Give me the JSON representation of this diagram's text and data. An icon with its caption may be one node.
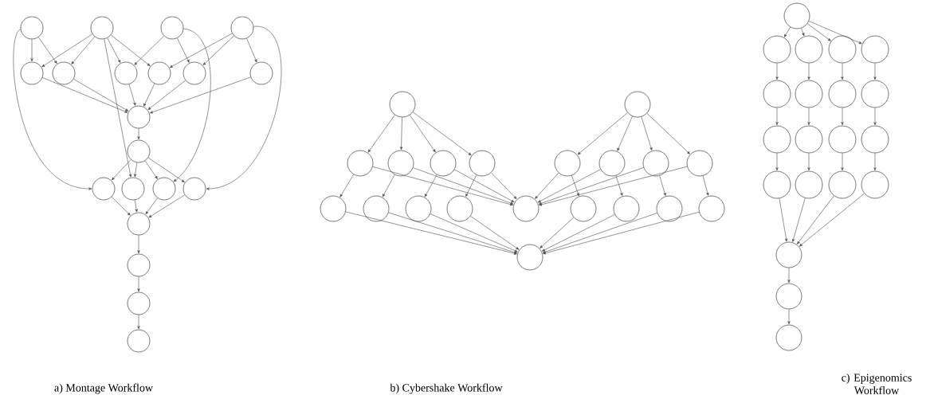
{
  "diagram": {
    "nodes": [
      {
        "text": [],
        "shape": "circle"
      },
      {
        "text": [],
        "shape": "circle"
      },
      {
        "text": [],
        "shape": "circle"
      },
      {
        "text": [],
        "shape": "circle"
      },
      {
        "text": [],
        "shape": "circle"
      },
      {
        "text": [],
        "shape": "circle"
      },
      {
        "text": [],
        "shape": "circle"
      },
      {
        "text": [],
        "shape": "circle"
      },
      {
        "text": [],
        "shape": "circle"
      },
      {
        "text": [],
        "shape": "circle"
      },
      {
        "text": [],
        "shape": "circle"
      },
      {
        "text": [],
        "shape": "circle"
      },
      {
        "text": [],
        "shape": "circle"
      },
      {
        "text": [],
        "shape": "circle"
      },
      {
        "text": [],
        "shape": "circle"
      },
      {
        "text": [],
        "shape": "circle"
      },
      {
        "text": [],
        "shape": "circle"
      },
      {
        "text": [],
        "shape": "circle"
      },
      {
        "text": [],
        "shape": "circle"
      },
      {
        "text": [],
        "shape": "circle"
      },
      {
        "text": [],
        "shape": "circle"
      },
      {
        "text": [],
        "shape": "circle"
      },
      {
        "text": [],
        "shape": "circle"
      },
      {
        "text": [],
        "shape": "circle"
      },
      {
        "text": [],
        "shape": "circle"
      },
      {
        "text": [],
        "shape": "circle"
      },
      {
        "text": [],
        "shape": "circle"
      },
      {
        "text": [],
        "shape": "circle"
      },
      {
        "text": [],
        "shape": "circle"
      },
      {
        "text": [],
        "shape": "circle"
      },
      {
        "text": [],
        "shape": "circle"
      },
      {
        "text": [],
        "shape": "circle"
      },
      {
        "text": [],
        "shape": "circle"
      },
      {
        "text": [],
        "shape": "circle"
      },
      {
        "text": [],
        "shape": "circle"
      },
      {
        "text": [],
        "shape": "circle"
      },
      {
        "text": [],
        "shape": "circle"
      },
      {
        "text": [],
        "shape": "circle"
      },
      {
        "text": [],
        "shape": "circle"
      },
      {
        "text": [],
        "shape": "circle"
      },
      {
        "text": [],
        "shape": "circle"
      },
      {
        "text": [],
        "shape": "circle"
      },
      {
        "text": [],
        "shape": "circle"
      },
      {
        "text": [],
        "shape": "circle"
      },
      {
        "text": [],
        "shape": "circle"
      },
      {
        "text": [],
        "shape": "circle"
      },
      {
        "text": [],
        "shape": "circle"
      },
      {
        "text": [],
        "shape": "circle"
      },
      {
        "text": [],
        "shape": "circle"
      },
      {
        "text": [],
        "shape": "circle"
      },
      {
        "text": [],
        "shape": "circle"
      },
      {
        "text": [],
        "shape": "circle"
      },
      {
        "text": [],
        "shape": "circle"
      },
      {
        "text": [],
        "shape": "circle"
      },
      {
        "text": [],
        "shape": "circle"
      },
      {
        "text": [],
        "shape": "circle"
      },
      {
        "text": [],
        "shape": "circle"
      },
      {
        "text": [],
        "shape": "circle"
      },
      {
        "text": [],
        "shape": "circle"
      },
      {
        "text": [],
        "shape": "circle"
      }
    ],
    "edges": [
      {
        "from": 0,
        "to": 4,
        "arrow": "to"
      },
      {
        "from": 0,
        "to": 5,
        "arrow": "to"
      },
      {
        "from": 1,
        "to": 4,
        "arrow": "to"
      },
      {
        "from": 1,
        "to": 5,
        "arrow": "to"
      },
      {
        "from": 1,
        "to": 6,
        "arrow": "to"
      },
      {
        "from": 1,
        "to": 7,
        "arrow": "to"
      },
      {
        "from": 2,
        "to": 6,
        "arrow": "to"
      },
      {
        "from": 2,
        "to": 8,
        "arrow": "to"
      },
      {
        "from": 3,
        "to": 7,
        "arrow": "to"
      },
      {
        "from": 3,
        "to": 8,
        "arrow": "to"
      },
      {
        "from": 3,
        "to": 9,
        "arrow": "to"
      },
      {
        "from": 0,
        "to": 12,
        "arrow": "to"
      },
      {
        "from": 1,
        "to": 13,
        "arrow": "to"
      },
      {
        "from": 2,
        "to": 14,
        "arrow": "to"
      },
      {
        "from": 3,
        "to": 15,
        "arrow": "to"
      },
      {
        "from": 4,
        "to": 10,
        "arrow": "to"
      },
      {
        "from": 5,
        "to": 10,
        "arrow": "to"
      },
      {
        "from": 6,
        "to": 10,
        "arrow": "to"
      },
      {
        "from": 7,
        "to": 10,
        "arrow": "to"
      },
      {
        "from": 8,
        "to": 10,
        "arrow": "to"
      },
      {
        "from": 9,
        "to": 10,
        "arrow": "to"
      },
      {
        "from": 10,
        "to": 11,
        "arrow": "to"
      },
      {
        "from": 11,
        "to": 12,
        "arrow": "to"
      },
      {
        "from": 11,
        "to": 13,
        "arrow": "to"
      },
      {
        "from": 11,
        "to": 14,
        "arrow": "to"
      },
      {
        "from": 11,
        "to": 15,
        "arrow": "to"
      },
      {
        "from": 12,
        "to": 16,
        "arrow": "to"
      },
      {
        "from": 13,
        "to": 16,
        "arrow": "to"
      },
      {
        "from": 14,
        "to": 16,
        "arrow": "to"
      },
      {
        "from": 15,
        "to": 16,
        "arrow": "to"
      },
      {
        "from": 16,
        "to": 17,
        "arrow": "to"
      },
      {
        "from": 17,
        "to": 18,
        "arrow": "to"
      },
      {
        "from": 18,
        "to": 19,
        "arrow": "to"
      },
      {
        "from": 20,
        "to": 22,
        "arrow": "to"
      },
      {
        "from": 20,
        "to": 23,
        "arrow": "to"
      },
      {
        "from": 20,
        "to": 24,
        "arrow": "to"
      },
      {
        "from": 20,
        "to": 25,
        "arrow": "to"
      },
      {
        "from": 21,
        "to": 26,
        "arrow": "to"
      },
      {
        "from": 21,
        "to": 27,
        "arrow": "to"
      },
      {
        "from": 21,
        "to": 28,
        "arrow": "to"
      },
      {
        "from": 21,
        "to": 29,
        "arrow": "to"
      },
      {
        "from": 22,
        "to": 30,
        "arrow": "to"
      },
      {
        "from": 23,
        "to": 31,
        "arrow": "to"
      },
      {
        "from": 24,
        "to": 32,
        "arrow": "to"
      },
      {
        "from": 25,
        "to": 33,
        "arrow": "to"
      },
      {
        "from": 26,
        "to": 35,
        "arrow": "to"
      },
      {
        "from": 27,
        "to": 36,
        "arrow": "to"
      },
      {
        "from": 28,
        "to": 37,
        "arrow": "to"
      },
      {
        "from": 29,
        "to": 38,
        "arrow": "to"
      },
      {
        "from": 22,
        "to": 34,
        "arrow": "to"
      },
      {
        "from": 23,
        "to": 34,
        "arrow": "to"
      },
      {
        "from": 24,
        "to": 34,
        "arrow": "to"
      },
      {
        "from": 25,
        "to": 34,
        "arrow": "to"
      },
      {
        "from": 26,
        "to": 34,
        "arrow": "to"
      },
      {
        "from": 27,
        "to": 34,
        "arrow": "to"
      },
      {
        "from": 28,
        "to": 34,
        "arrow": "to"
      },
      {
        "from": 29,
        "to": 34,
        "arrow": "to"
      },
      {
        "from": 30,
        "to": 39,
        "arrow": "to"
      },
      {
        "from": 31,
        "to": 39,
        "arrow": "to"
      },
      {
        "from": 32,
        "to": 39,
        "arrow": "to"
      },
      {
        "from": 33,
        "to": 39,
        "arrow": "to"
      },
      {
        "from": 35,
        "to": 39,
        "arrow": "to"
      },
      {
        "from": 36,
        "to": 39,
        "arrow": "to"
      },
      {
        "from": 37,
        "to": 39,
        "arrow": "to"
      },
      {
        "from": 38,
        "to": 39,
        "arrow": "to"
      },
      {
        "from": 40,
        "to": 41,
        "arrow": "to"
      },
      {
        "from": 40,
        "to": 42,
        "arrow": "to"
      },
      {
        "from": 40,
        "to": 43,
        "arrow": "to"
      },
      {
        "from": 40,
        "to": 44,
        "arrow": "to"
      },
      {
        "from": 41,
        "to": 45,
        "arrow": "to"
      },
      {
        "from": 42,
        "to": 46,
        "arrow": "to"
      },
      {
        "from": 43,
        "to": 47,
        "arrow": "to"
      },
      {
        "from": 44,
        "to": 48,
        "arrow": "to"
      },
      {
        "from": 45,
        "to": 49,
        "arrow": "to"
      },
      {
        "from": 46,
        "to": 50,
        "arrow": "to"
      },
      {
        "from": 47,
        "to": 51,
        "arrow": "to"
      },
      {
        "from": 48,
        "to": 52,
        "arrow": "to"
      },
      {
        "from": 49,
        "to": 53,
        "arrow": "to"
      },
      {
        "from": 50,
        "to": 54,
        "arrow": "to"
      },
      {
        "from": 51,
        "to": 55,
        "arrow": "to"
      },
      {
        "from": 52,
        "to": 56,
        "arrow": "to"
      },
      {
        "from": 53,
        "to": 57,
        "arrow": "to"
      },
      {
        "from": 54,
        "to": 57,
        "arrow": "to"
      },
      {
        "from": 55,
        "to": 57,
        "arrow": "to"
      },
      {
        "from": 56,
        "to": 57,
        "arrow": "to"
      },
      {
        "from": 57,
        "to": 58,
        "arrow": "to"
      },
      {
        "from": 58,
        "to": 59,
        "arrow": "to"
      }
    ],
    "labels": [
      "a) Montage Workflow",
      "b) Cybershake Workflow",
      "c) Epigenomics Workflow"
    ]
  }
}
